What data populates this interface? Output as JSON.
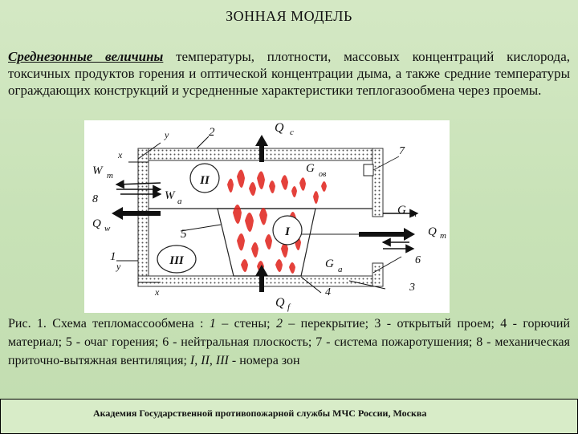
{
  "title": "ЗОННАЯ МОДЕЛЬ",
  "intro": {
    "lead": "Среднезонные величины",
    "text": " температуры, плотности, массовых концентраций кислорода, токсичных продуктов горения и оптической концентрации дыма, а также средние температуры ограждающих конструкций и усредненные характеристики теплогазообмена через проемы."
  },
  "diagram": {
    "labels": {
      "y_top": "y",
      "x_top": "x",
      "two": "2",
      "qc": "Q",
      "qc_sub": "c",
      "seven": "7",
      "g_ov": "G",
      "g_ov_sub": "ов",
      "wm": "W",
      "wm_sub": "m",
      "eight": "8",
      "wa": "W",
      "wa_sub": "a",
      "zone2": "II",
      "gm": "G",
      "gm_sub": "m",
      "qw": "Q",
      "qw_sub": "w",
      "five": "5",
      "zone1": "I",
      "qm": "Q",
      "qm_sub": "m",
      "one": "1",
      "y_bot": "y",
      "zone3": "III",
      "ga": "G",
      "ga_sub": "a",
      "six": "6",
      "x_bot": "x",
      "four": "4",
      "three": "3",
      "qf": "Q",
      "qf_sub": "f"
    }
  },
  "caption": {
    "parts": [
      "Рис. 1. Схема тепломассообмена : ",
      "1",
      " – стены; ",
      "2",
      " – перекрытие; 3 - открытый проем; 4 - горючий материал; 5 - очаг горения; 6 - нейтральная плоскость; 7 - система пожаротушения; 8 - механическая приточно-вытяжная вентиляция; ",
      "I",
      ", ",
      "II",
      ", ",
      "III",
      " - номера зон"
    ]
  },
  "footer": "Академия Государственной противопожарной службы МЧС России, Москва"
}
